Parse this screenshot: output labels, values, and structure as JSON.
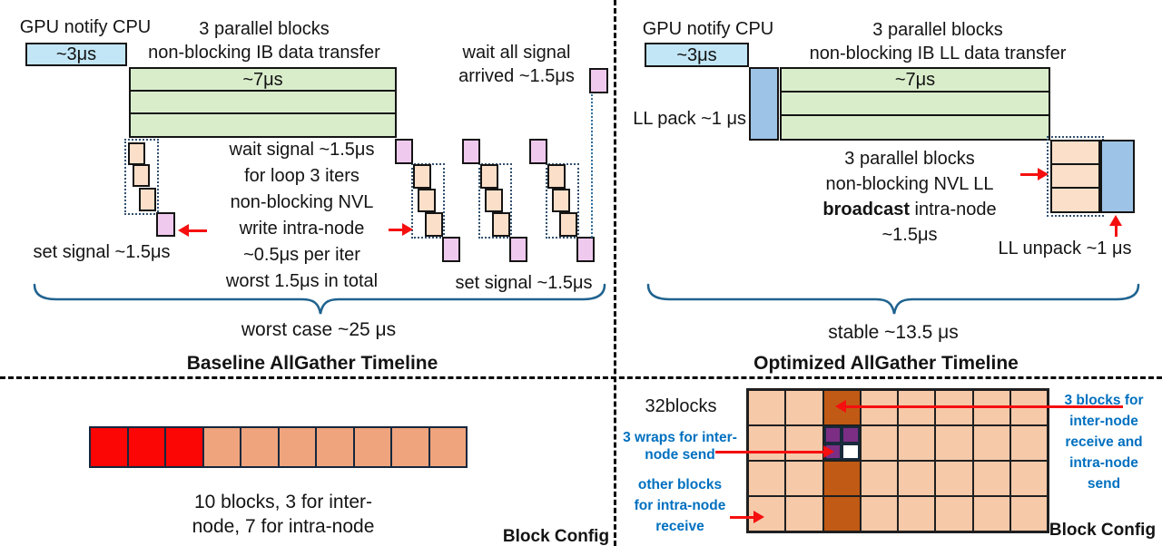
{
  "colors": {
    "cpu_notify_fill": "#c2e6f5",
    "ll_fill": "#9dc3e6",
    "ib_fill": "#d9edcb",
    "nvl_fill": "#fbdfc9",
    "signal_fill": "#efc9ee",
    "inter_block_red": "#fb0505",
    "intra_block_salmon": "#f0a47d",
    "grid_peach": "#f6c9a9",
    "grid_dark_orange": "#c05a14",
    "grid_purple": "#7c2e85",
    "grid_white": "#ffffff",
    "annotation_blue": "#0070c0",
    "arrow_red": "#f50f0f",
    "brace_blue": "#20638f"
  },
  "baseline": {
    "gpu_notify_label": "GPU notify CPU",
    "cpu_duration": "~3μs",
    "ib_header": "3 parallel blocks\nnon-blocking IB data transfer",
    "ib_duration": "~7μs",
    "loop_annotation": "wait signal ~1.5μs\nfor loop 3 iters\nnon-blocking NVL\nwrite intra-node\n~0.5μs per iter\nworst 1.5μs in total",
    "wait_all_label": "wait all signal\narrived ~1.5μs",
    "set_signal_left": "set signal ~1.5μs",
    "set_signal_mid": "set signal ~1.5μs",
    "brace_label": "worst case ~25 μs",
    "title": "Baseline AllGather Timeline",
    "block_config": {
      "total_blocks": 10,
      "inter_node_blocks": 3,
      "intra_node_blocks": 7,
      "caption": "10 blocks, 3 for inter-\nnode, 7 for intra-node",
      "label": "Block Config"
    }
  },
  "optimized": {
    "gpu_notify_label": "GPU notify CPU",
    "cpu_duration": "~3μs",
    "ib_header": "3 parallel blocks\nnon-blocking IB LL data transfer",
    "ll_pack_label": "LL pack ~1 μs",
    "ib_duration": "~7μs",
    "nvl_line1": "3 parallel blocks",
    "nvl_line2": "non-blocking NVL LL",
    "nvl_line3_bold": "broadcast",
    "nvl_line3_rest": " intra-node",
    "nvl_line4": "~1.5μs",
    "ll_unpack_label": "LL unpack ~1 μs",
    "brace_label": "stable ~13.5 μs",
    "title": "Optimized AllGather Timeline",
    "block_config": {
      "count_label": "32blocks",
      "rows": 4,
      "cols": 8,
      "highlight_col": 2,
      "dark_rows": [
        0,
        2,
        3
      ],
      "split_cell": {
        "row": 1,
        "col": 2,
        "quadrants": [
          "purple",
          "purple",
          "purple",
          "white"
        ]
      },
      "label_inter_recv": "3 blocks for\ninter-node\nreceive and\nintra-node\nsend",
      "label_wraps": "3 wraps for inter-\nnode send",
      "label_other": "other blocks\nfor intra-node\nreceive",
      "label": "Block Config"
    }
  }
}
